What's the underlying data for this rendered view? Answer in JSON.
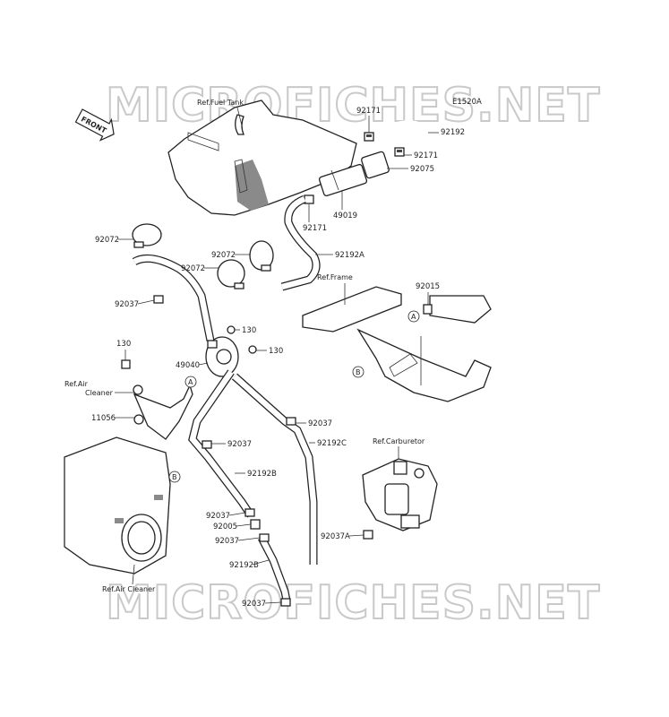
{
  "watermark": {
    "top": "MICROFICHES.NET",
    "bottom": "MICROFICHES.NET"
  },
  "diagram_code": "E1520A",
  "front_badge": "FRONT",
  "refs": {
    "fuel_tank": "Ref.Fuel Tank",
    "frame": "Ref.Frame",
    "air_cleaner_1": "Ref.Air",
    "air_cleaner_2": "Cleaner",
    "carburetor": "Ref.Carburetor",
    "air_cleaner_bottom": "Ref.Air Cleaner"
  },
  "callouts": {
    "a": "A",
    "b": "B"
  },
  "parts": {
    "p92171_top": "92171",
    "p92192": "92192",
    "p92171_right": "92171",
    "p92075": "92075",
    "p49019": "49019",
    "p92171_mid": "92171",
    "p92072_left": "92072",
    "p92072_mid": "92072",
    "p92072_low": "92072",
    "p92192A": "92192A",
    "p92015": "92015",
    "p92037_left": "92037",
    "p130_a": "130",
    "p130_b": "130",
    "p130_c": "130",
    "p49040": "49040",
    "p11056": "11056",
    "p92037_mid": "92037",
    "p92037_hose": "92037",
    "p92192C": "92192C",
    "p92192B": "92192B",
    "p92037_low1": "92037",
    "p92005": "92005",
    "p92037_low2": "92037",
    "p92037A": "92037A",
    "p92192B_low": "92192B",
    "p92037_bottom": "92037"
  }
}
